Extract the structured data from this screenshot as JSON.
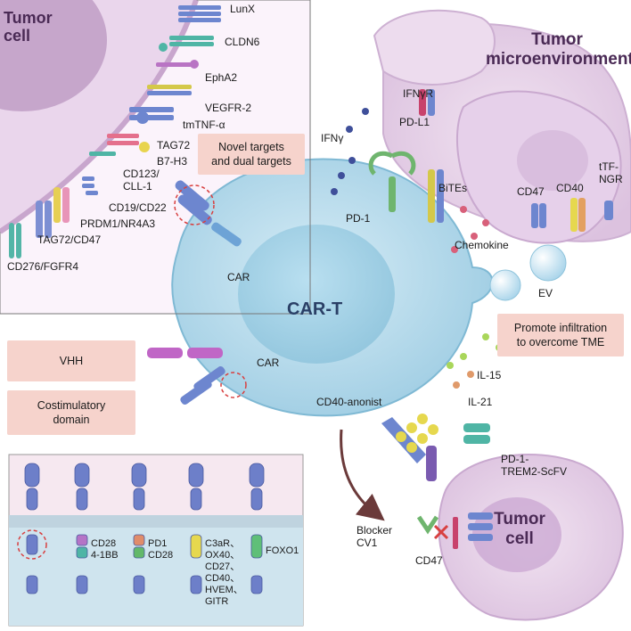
{
  "labels": {
    "tumor_cell_top": "Tumor\ncell",
    "tumor_microenvironment": "Tumor\nmicroenvironment",
    "car_t": "CAR-T",
    "tumor_cell_bottom": "Tumor\ncell",
    "car_1": "CAR",
    "car_2": "CAR",
    "ev": "EV",
    "chemokine": "Chemokine",
    "ifngr": "IFNγR",
    "ifng": "IFNγ",
    "pdl1": "PD-L1",
    "pd1": "PD-1",
    "bites": "BiTEs",
    "cd47_top": "CD47",
    "cd40_top": "CD40",
    "ttf_ngr": "tTF-\nNGR",
    "il15": "IL-15",
    "il21": "IL-21",
    "cd40_anonist": "CD40-anonist",
    "pd1_trem2": "PD-1-\nTREM2-ScFV",
    "blocker_cv1": "Blocker\nCV1",
    "cd47_bottom": "CD47"
  },
  "targets": [
    "LunX",
    "CLDN6",
    "EphA2",
    "VEGFR-2",
    "tmTNF-α",
    "TAG72",
    "B7-H3",
    "CD123/\nCLL-1",
    "CD19/CD22",
    "PRDM1/NR4A3",
    "TAG72/CD47",
    "CD276/FGFR4"
  ],
  "boxes": {
    "novel": "Novel targets\nand dual targets",
    "promote": "Promote infiltration\nto overcome TME",
    "vhh": "VHH",
    "costim": "Costimulatory\ndomain"
  },
  "domains": {
    "d2": "CD28\n4-1BB",
    "d3": "PD1\nCD28",
    "d4": "C3aR、\nOX40、\nCD27、\nCD40、\nHVEM、\nGITR",
    "d5": "FOXO1"
  },
  "colors": {
    "tumor_fill": "#e8d3ea",
    "tcell_fill": "#bfe0ef",
    "tcell_nucleus": "#a9d4e6",
    "receptor_blue": "#6a7fc4",
    "box_fill": "#f6d3cc",
    "membrane_panel": "#cfe4ee",
    "arrow": "#6b3a3a"
  }
}
